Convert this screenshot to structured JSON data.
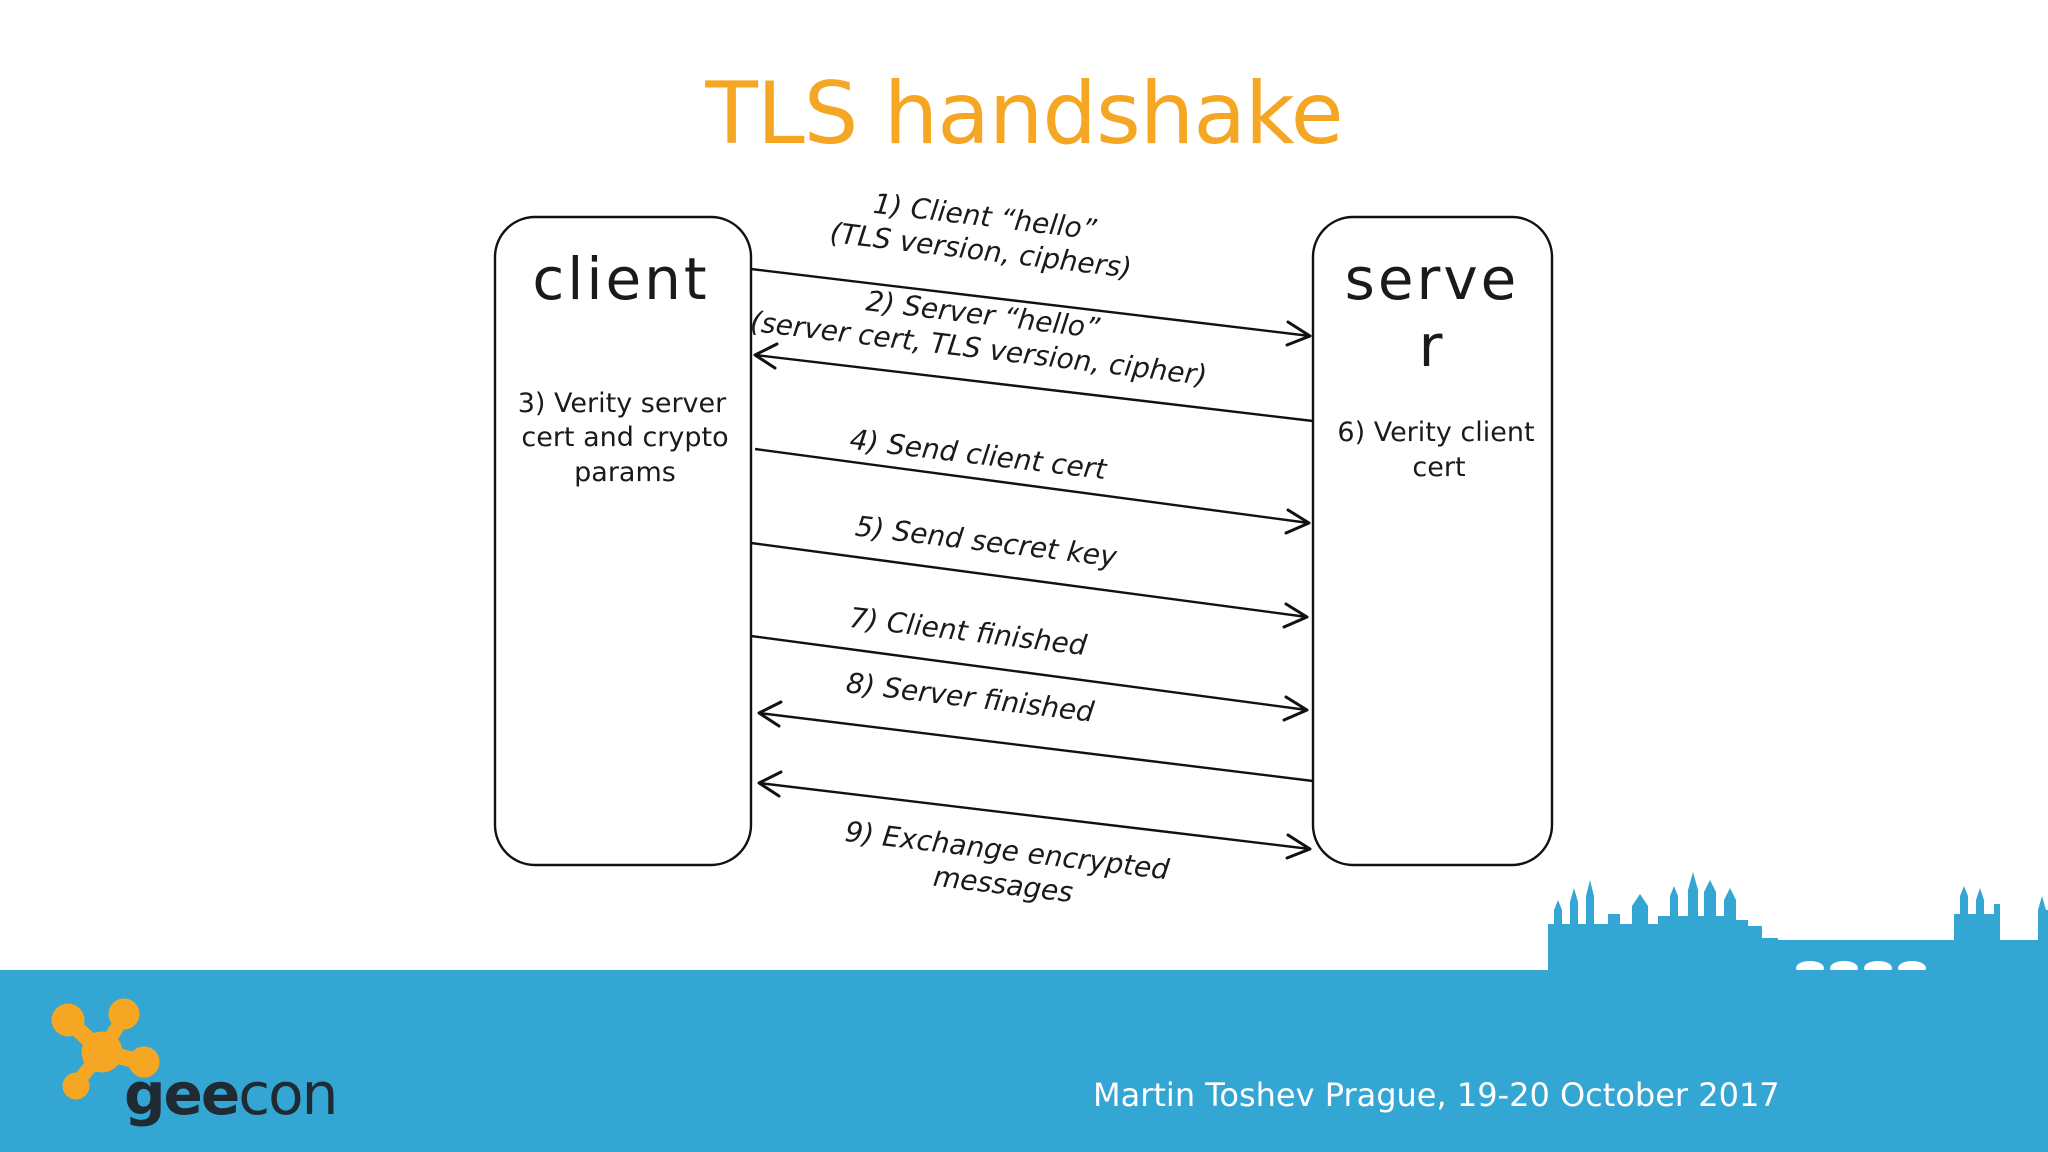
{
  "title": "TLS handshake",
  "client": {
    "title": "client",
    "note": [
      "3) Verity server",
      "cert and crypto",
      "params"
    ]
  },
  "server": {
    "title_lines": [
      "serve",
      "r"
    ],
    "note": [
      "6) Verity client",
      "cert"
    ]
  },
  "messages": [
    {
      "id": "m1",
      "lines": [
        "1) Client “hello”",
        "(TLS version, ciphers)"
      ]
    },
    {
      "id": "m2",
      "lines": [
        "2) Server “hello”",
        "(server cert, TLS version, cipher)"
      ]
    },
    {
      "id": "m4",
      "lines": [
        "4) Send client cert"
      ]
    },
    {
      "id": "m5",
      "lines": [
        "5) Send secret key"
      ]
    },
    {
      "id": "m7",
      "lines": [
        "7) Client finished"
      ]
    },
    {
      "id": "m8",
      "lines": [
        "8) Server finished"
      ]
    },
    {
      "id": "m9",
      "lines": [
        "9) Exchange encrypted",
        "messages"
      ]
    }
  ],
  "footer": {
    "brand_bold": "gee",
    "brand_light": "con",
    "text": "Martin Toshev Prague, 19-20 October 2017"
  },
  "colors": {
    "title": "#f5a623",
    "footer_band": "#33a6d3",
    "logo": "#f5a623",
    "skyline": "#33a6d3"
  },
  "icons": {
    "logo": "geecon-molecule-logo",
    "skyline": "prague-skyline"
  }
}
